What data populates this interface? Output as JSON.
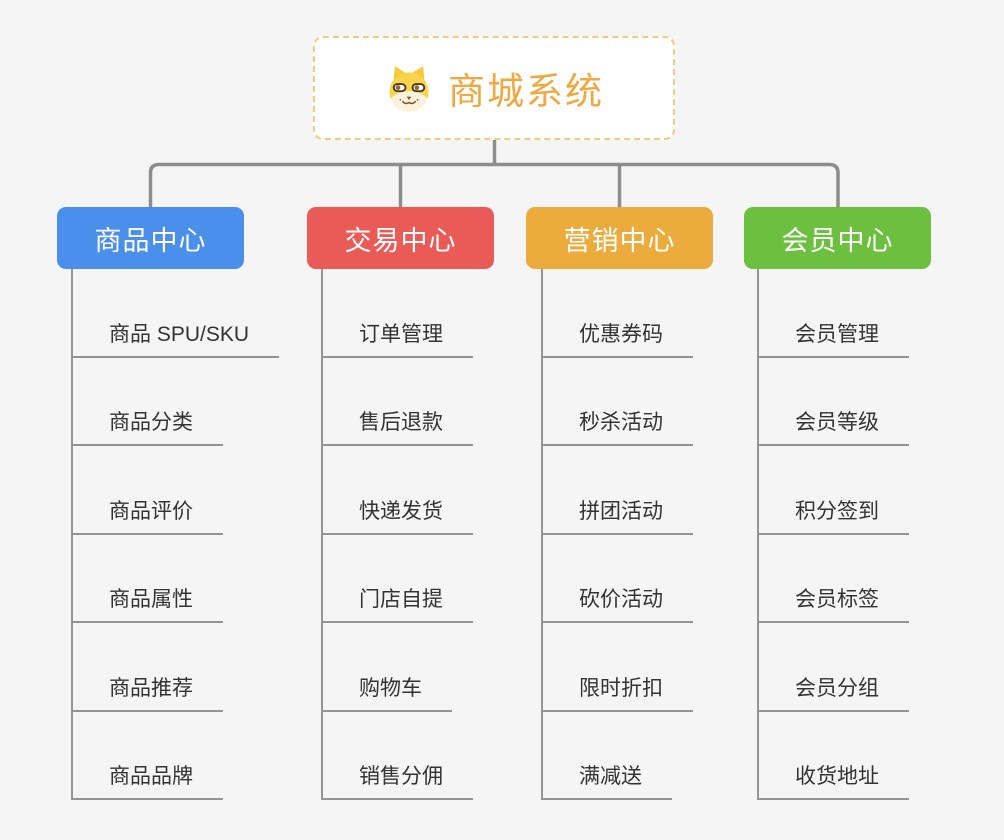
{
  "root": {
    "title": "商城系统",
    "icon": "dog-face-icon",
    "title_color": "#efa940",
    "border_color": "#f3cb80"
  },
  "connector_color": "#8d8d8d",
  "background_color": "#f5f5f5",
  "branches": [
    {
      "label": "商品中心",
      "color": "#4a8fe9",
      "children": [
        "商品 SPU/SKU",
        "商品分类",
        "商品评价",
        "商品属性",
        "商品推荐",
        "商品品牌"
      ]
    },
    {
      "label": "交易中心",
      "color": "#e95b57",
      "children": [
        "订单管理",
        "售后退款",
        "快递发货",
        "门店自提",
        "购物车",
        "销售分佣"
      ]
    },
    {
      "label": "营销中心",
      "color": "#ecac3d",
      "children": [
        "优惠券码",
        "秒杀活动",
        "拼团活动",
        "砍价活动",
        "限时折扣",
        "满减送"
      ]
    },
    {
      "label": "会员中心",
      "color": "#6dbf40",
      "children": [
        "会员管理",
        "会员等级",
        "积分签到",
        "会员标签",
        "会员分组",
        "收货地址"
      ]
    }
  ]
}
